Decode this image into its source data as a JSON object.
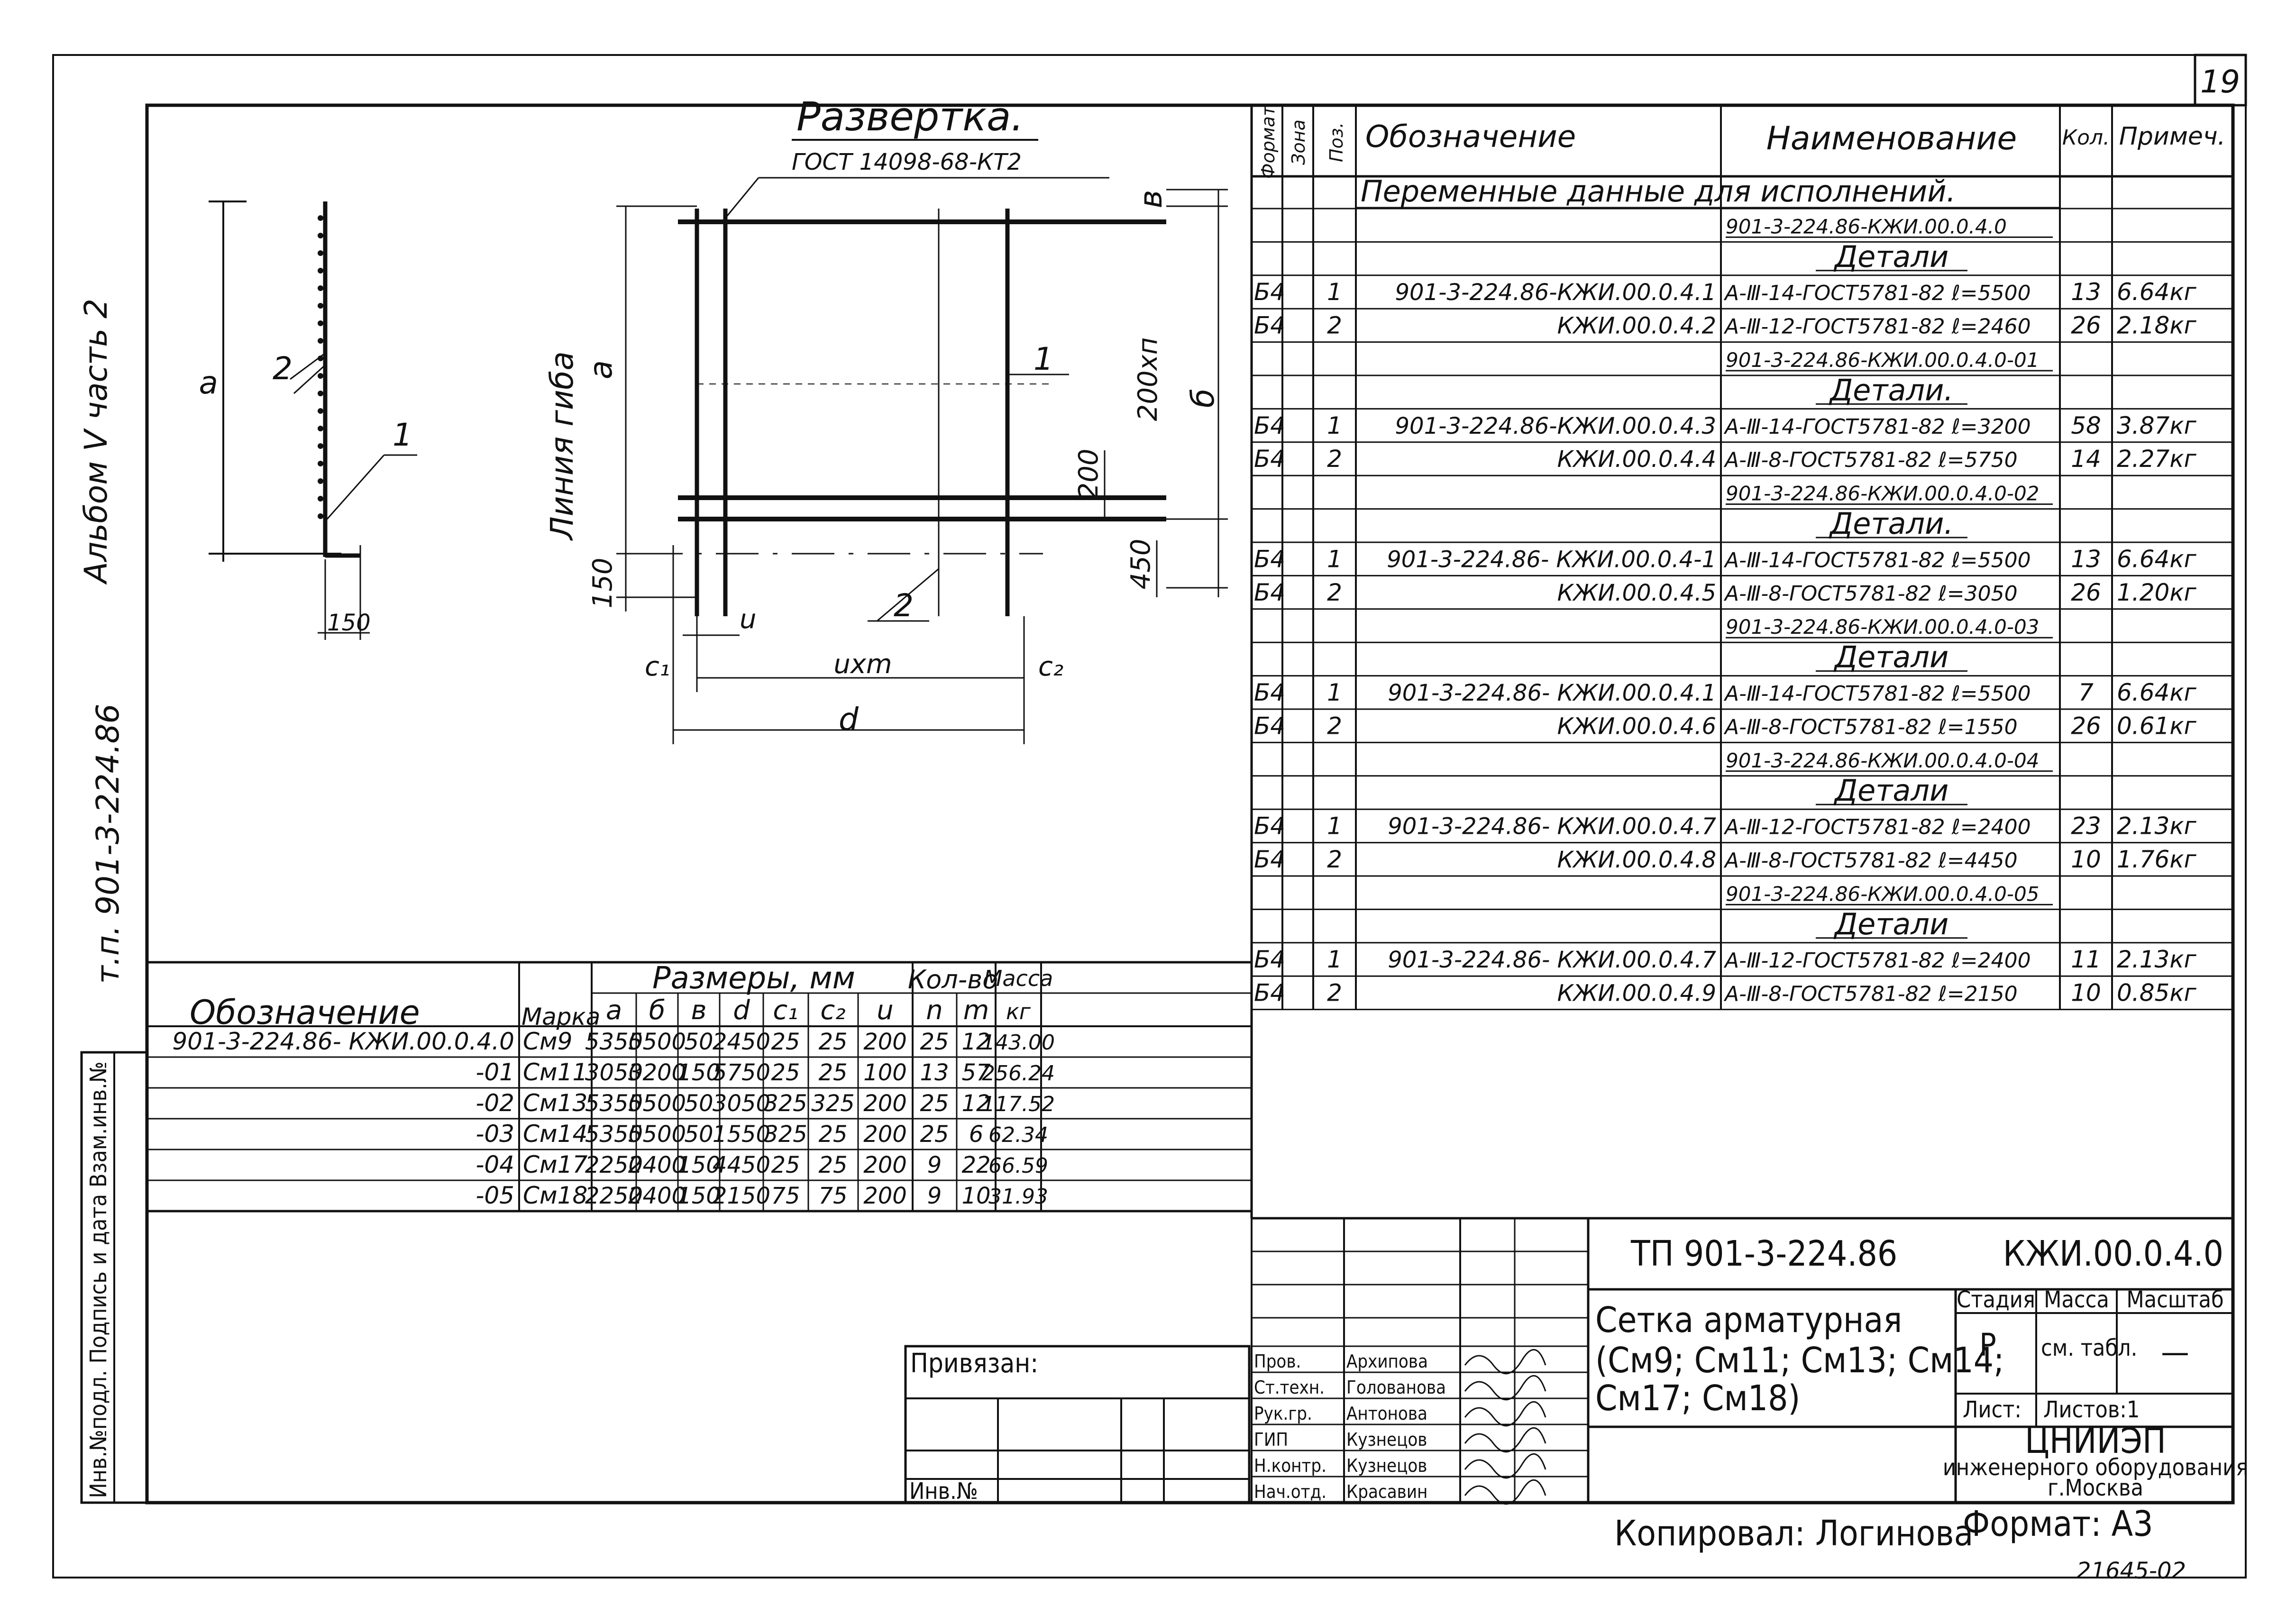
{
  "page_number": "19",
  "side_label_top": "Альбом Ⅴ часть 2",
  "side_label_bottom": "т.п. 901-3-224.86",
  "side_columns": "Инв.№подл.  Подпись и дата  Взам.инв.№",
  "drawing": {
    "title": "Развертка.",
    "gost": "ГОСТ 14098-68-КТ2",
    "left_a": "а",
    "left_2": "2",
    "left_1": "1",
    "left_150": "150",
    "line_bend": "Линия гиба",
    "a": "а",
    "b": "б",
    "v": "в",
    "n200": "200хп",
    "d200": "200",
    "d450": "450",
    "d150": "150",
    "mark1": "1",
    "mark2": "2",
    "u": "u",
    "c1": "c₁",
    "c2": "c₂",
    "uxm": "uхm",
    "d": "d"
  },
  "spec": {
    "headers": [
      "Формат",
      "Зона",
      "Поз.",
      "Обозначение",
      "Наименование",
      "Кол.",
      "Примеч."
    ],
    "variable_data": "Переменные данные для исполнений.",
    "rows": [
      {
        "fmt": "",
        "zone": "",
        "pos": "",
        "des": "",
        "name": "901-3-224.86-КЖИ.00.0.4.0",
        "qty": "",
        "note": "",
        "underline": true
      },
      {
        "fmt": "",
        "zone": "",
        "pos": "",
        "des": "",
        "name": "Детали",
        "qty": "",
        "note": "",
        "section": true
      },
      {
        "fmt": "Б4",
        "zone": "",
        "pos": "1",
        "des": "901-3-224.86-КЖИ.00.0.4.1",
        "name": "А-Ⅲ-14-ГОСТ5781-82 ℓ=5500",
        "qty": "13",
        "note": "6.64кг"
      },
      {
        "fmt": "Б4",
        "zone": "",
        "pos": "2",
        "des": "КЖИ.00.0.4.2",
        "name": "А-Ⅲ-12-ГОСТ5781-82 ℓ=2460",
        "qty": "26",
        "note": "2.18кг"
      },
      {
        "fmt": "",
        "zone": "",
        "pos": "",
        "des": "",
        "name": "901-3-224.86-КЖИ.00.0.4.0-01",
        "qty": "",
        "note": "",
        "underline": true
      },
      {
        "fmt": "",
        "zone": "",
        "pos": "",
        "des": "",
        "name": "Детали.",
        "qty": "",
        "note": "",
        "section": true
      },
      {
        "fmt": "Б4",
        "zone": "",
        "pos": "1",
        "des": "901-3-224.86-КЖИ.00.0.4.3",
        "name": "А-Ⅲ-14-ГОСТ5781-82 ℓ=3200",
        "qty": "58",
        "note": "3.87кг"
      },
      {
        "fmt": "Б4",
        "zone": "",
        "pos": "2",
        "des": "КЖИ.00.0.4.4",
        "name": "А-Ⅲ-8-ГОСТ5781-82 ℓ=5750",
        "qty": "14",
        "note": "2.27кг"
      },
      {
        "fmt": "",
        "zone": "",
        "pos": "",
        "des": "",
        "name": "901-3-224.86-КЖИ.00.0.4.0-02",
        "qty": "",
        "note": "",
        "underline": true
      },
      {
        "fmt": "",
        "zone": "",
        "pos": "",
        "des": "",
        "name": "Детали.",
        "qty": "",
        "note": "",
        "section": true
      },
      {
        "fmt": "Б4",
        "zone": "",
        "pos": "1",
        "des": "901-3-224.86- КЖИ.00.0.4-1",
        "name": "А-Ⅲ-14-ГОСТ5781-82 ℓ=5500",
        "qty": "13",
        "note": "6.64кг"
      },
      {
        "fmt": "Б4",
        "zone": "",
        "pos": "2",
        "des": "КЖИ.00.0.4.5",
        "name": "А-Ⅲ-8-ГОСТ5781-82 ℓ=3050",
        "qty": "26",
        "note": "1.20кг"
      },
      {
        "fmt": "",
        "zone": "",
        "pos": "",
        "des": "",
        "name": "901-3-224.86-КЖИ.00.0.4.0-03",
        "qty": "",
        "note": "",
        "underline": true
      },
      {
        "fmt": "",
        "zone": "",
        "pos": "",
        "des": "",
        "name": "Детали",
        "qty": "",
        "note": "",
        "section": true
      },
      {
        "fmt": "Б4",
        "zone": "",
        "pos": "1",
        "des": "901-3-224.86- КЖИ.00.0.4.1",
        "name": "А-Ⅲ-14-ГОСТ5781-82 ℓ=5500",
        "qty": "7",
        "note": "6.64кг"
      },
      {
        "fmt": "Б4",
        "zone": "",
        "pos": "2",
        "des": "КЖИ.00.0.4.6",
        "name": "А-Ⅲ-8-ГОСТ5781-82 ℓ=1550",
        "qty": "26",
        "note": "0.61кг"
      },
      {
        "fmt": "",
        "zone": "",
        "pos": "",
        "des": "",
        "name": "901-3-224.86-КЖИ.00.0.4.0-04",
        "qty": "",
        "note": "",
        "underline": true
      },
      {
        "fmt": "",
        "zone": "",
        "pos": "",
        "des": "",
        "name": "Детали",
        "qty": "",
        "note": "",
        "section": true
      },
      {
        "fmt": "Б4",
        "zone": "",
        "pos": "1",
        "des": "901-3-224.86- КЖИ.00.0.4.7",
        "name": "А-Ⅲ-12-ГОСТ5781-82 ℓ=2400",
        "qty": "23",
        "note": "2.13кг"
      },
      {
        "fmt": "Б4",
        "zone": "",
        "pos": "2",
        "des": "КЖИ.00.0.4.8",
        "name": "А-Ⅲ-8-ГОСТ5781-82 ℓ=4450",
        "qty": "10",
        "note": "1.76кг"
      },
      {
        "fmt": "",
        "zone": "",
        "pos": "",
        "des": "",
        "name": "901-3-224.86-КЖИ.00.0.4.0-05",
        "qty": "",
        "note": "",
        "underline": true
      },
      {
        "fmt": "",
        "zone": "",
        "pos": "",
        "des": "",
        "name": "Детали",
        "qty": "",
        "note": "",
        "section": true
      },
      {
        "fmt": "Б4",
        "zone": "",
        "pos": "1",
        "des": "901-3-224.86- КЖИ.00.0.4.7",
        "name": "А-Ⅲ-12-ГОСТ5781-82 ℓ=2400",
        "qty": "11",
        "note": "2.13кг"
      },
      {
        "fmt": "Б4",
        "zone": "",
        "pos": "2",
        "des": "КЖИ.00.0.4.9",
        "name": "А-Ⅲ-8-ГОСТ5781-82 ℓ=2150",
        "qty": "10",
        "note": "0.85кг"
      }
    ]
  },
  "dims_table": {
    "h_oboz": "Обозначение",
    "h_marka": "Марка",
    "h_sizes": "Размеры, мм",
    "h_kol": "Кол-во",
    "h_massa": "Масса",
    "h_kg": "кг",
    "sub": [
      "а",
      "б",
      "в",
      "d",
      "c₁",
      "c₂",
      "u",
      "n",
      "m"
    ],
    "rows": [
      {
        "oboz": "901-3-224.86- КЖИ.00.0.4.0",
        "marka": "См9",
        "a": "5350",
        "b": "5500",
        "v": "50",
        "d": "2450",
        "c1": "25",
        "c2": "25",
        "u": "200",
        "n": "25",
        "m": "12",
        "massa": "143.00"
      },
      {
        "oboz": "-01",
        "marka": "См11",
        "a": "3050",
        "b": "3200",
        "v": "150",
        "d": "5750",
        "c1": "25",
        "c2": "25",
        "u": "100",
        "n": "13",
        "m": "57",
        "massa": "256.24"
      },
      {
        "oboz": "-02",
        "marka": "См13",
        "a": "5350",
        "b": "5500",
        "v": "50",
        "d": "3050",
        "c1": "325",
        "c2": "325",
        "u": "200",
        "n": "25",
        "m": "12",
        "massa": "117.52"
      },
      {
        "oboz": "-03",
        "marka": "См14",
        "a": "5350",
        "b": "5500",
        "v": "50",
        "d": "1550",
        "c1": "325",
        "c2": "25",
        "u": "200",
        "n": "25",
        "m": "6",
        "massa": "62.34"
      },
      {
        "oboz": "-04",
        "marka": "См17",
        "a": "2250",
        "b": "2400",
        "v": "150",
        "d": "4450",
        "c1": "25",
        "c2": "25",
        "u": "200",
        "n": "9",
        "m": "22",
        "massa": "66.59"
      },
      {
        "oboz": "-05",
        "marka": "См18",
        "a": "2250",
        "b": "2400",
        "v": "150",
        "d": "2150",
        "c1": "75",
        "c2": "75",
        "u": "200",
        "n": "9",
        "m": "10",
        "massa": "31.93"
      }
    ]
  },
  "privyazan": "Привязан:",
  "inv_no": "Инв.№",
  "signers": [
    {
      "role": "Пров.",
      "name": "Архипова"
    },
    {
      "role": "Ст.техн.",
      "name": "Голованова"
    },
    {
      "role": "Рук.гр.",
      "name": "Антонова"
    },
    {
      "role": "ГИП",
      "name": "Кузнецов"
    },
    {
      "role": "Н.контр.",
      "name": "Кузнецов"
    },
    {
      "role": "Нач.отд.",
      "name": "Красавин"
    }
  ],
  "title_block": {
    "project": "ТП 901-3-224.86",
    "code": "КЖИ.00.0.4.0",
    "title_line1": "Сетка арматурная",
    "title_line2": "(См9; См11; См13; См14;",
    "title_line3": "См17; См18)",
    "stage_h": "Стадия",
    "mass_h": "Масса",
    "scale_h": "Масштаб",
    "stage": "Р",
    "mass": "см. табл.",
    "scale": "—",
    "sheet": "Лист:",
    "sheets": "Листов:1",
    "org1": "ЦНИИЭП",
    "org2": "инженерного оборудования",
    "org3": "г.Москва"
  },
  "copied_by": "Копировал: Логинова",
  "format": "Формат: А3",
  "doc_no": "21645-02"
}
